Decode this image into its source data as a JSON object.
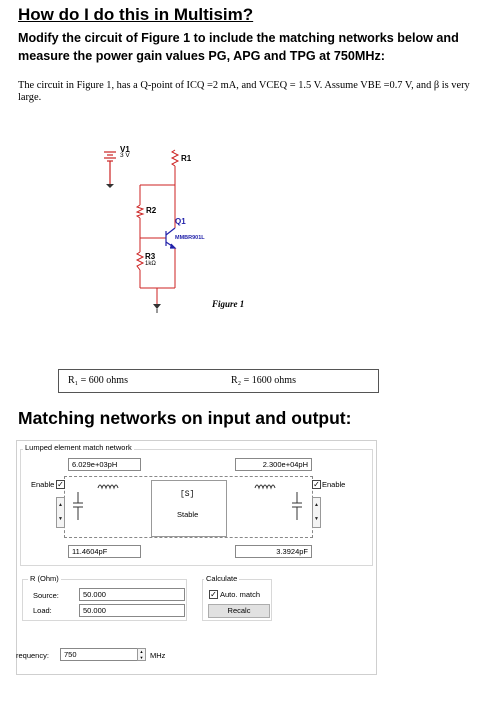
{
  "question": {
    "title": "How do I do this in Multisim?",
    "subtitle": "Modify the circuit of Figure 1 to include the matching networks below and measure the power gain values PG, APG and TPG at 750MHz:",
    "paragraph": "The circuit in Figure 1, has a Q-point of ICQ =2 mA, and VCEQ = 1.5 V. Assume VBE =0.7 V, and β is very large."
  },
  "schematic": {
    "v1_label": "V1",
    "v1_value": "3 V",
    "r1_label": "R1",
    "r2_label": "R2",
    "r3_label": "R3",
    "r3_value": "1kΩ",
    "q1_label": "Q1",
    "q1_part": "MMBR901L",
    "figure_caption": "Figure 1"
  },
  "resistors": {
    "r1": "R₁ =  600 ohms",
    "r2": "R₂ = 1600 ohms"
  },
  "section_title": "Matching networks on input and output:",
  "match_panel": {
    "group_label": "Lumped element match network",
    "input_inductor": "6.029e+03pH",
    "output_inductor": "2.300e+04pH",
    "input_capacitor": "11.4604pF",
    "output_capacitor": "3.3924pF",
    "enable_left_label": "Enable",
    "enable_right_label": "Enable",
    "enable_left_checked": true,
    "enable_right_checked": true,
    "status_code": "[S]",
    "status_text": "Stable",
    "r_ohm_label": "R (Ohm)",
    "source_label": "Source:",
    "source_value": "50.000",
    "load_label": "Load:",
    "load_value": "50.000",
    "calculate_label": "Calculate",
    "auto_match_label": "Auto. match",
    "auto_match_checked": true,
    "recalc_label": "Recalc",
    "frequency_label": "requency:",
    "frequency_value": "750",
    "frequency_unit": "MHz"
  },
  "colors": {
    "circuit_red": "#cc2222",
    "circuit_blue": "#2222aa",
    "wire": "#333333"
  }
}
